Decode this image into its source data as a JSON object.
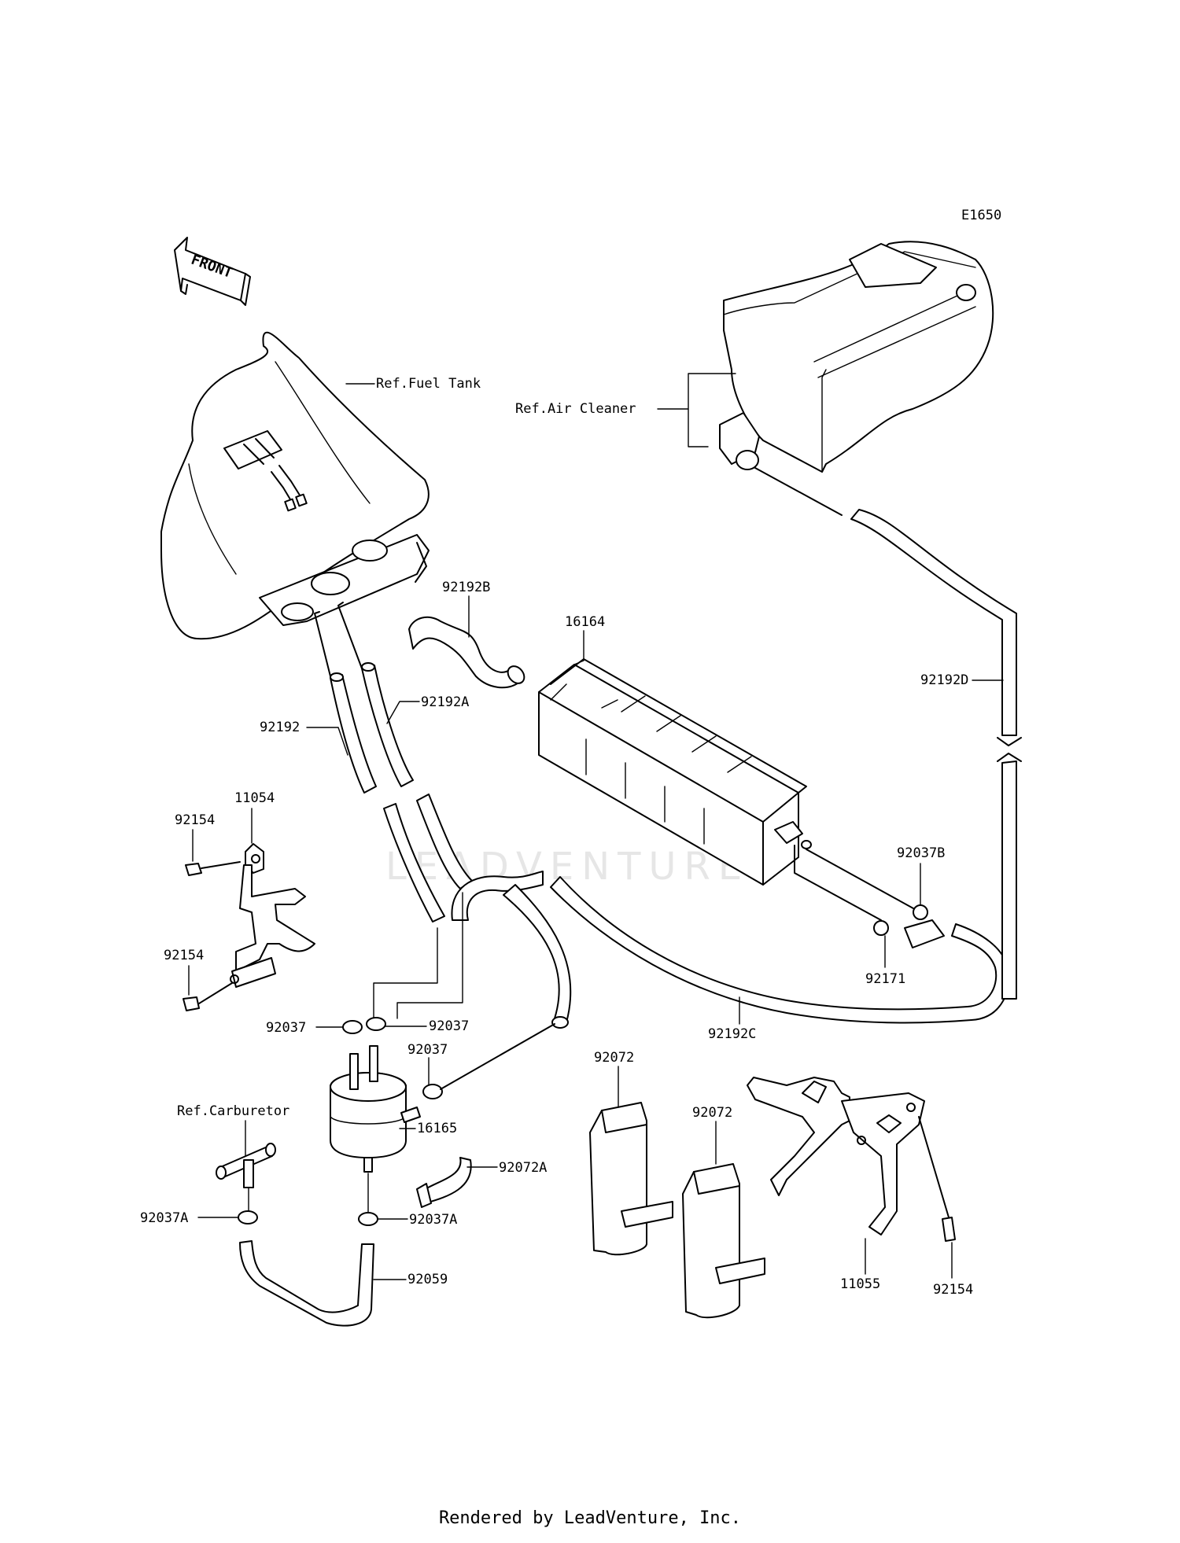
{
  "diagram": {
    "code": "E1650",
    "front_label": "FRONT",
    "watermark": "LEADVENTURE",
    "references": {
      "fuel_tank": "Ref.Fuel Tank",
      "air_cleaner": "Ref.Air Cleaner",
      "carburetor": "Ref.Carburetor"
    },
    "callouts": {
      "c11054": "11054",
      "c92154a": "92154",
      "c92154b": "92154",
      "c92154c": "92154",
      "c92192b": "92192B",
      "c16164": "16164",
      "c92192a": "92192A",
      "c92192": "92192",
      "c92192d": "92192D",
      "c92037b": "92037B",
      "c92171": "92171",
      "c92192c": "92192C",
      "c92037_left": "92037",
      "c92037_right": "92037",
      "c92037_mid": "92037",
      "c16165": "16165",
      "c92072a": "92072A",
      "c92037a_left": "92037A",
      "c92037a_right": "92037A",
      "c92059": "92059",
      "c92072_left": "92072",
      "c92072_right": "92072",
      "c11055": "11055"
    }
  },
  "footer": "Rendered by LeadVenture, Inc."
}
